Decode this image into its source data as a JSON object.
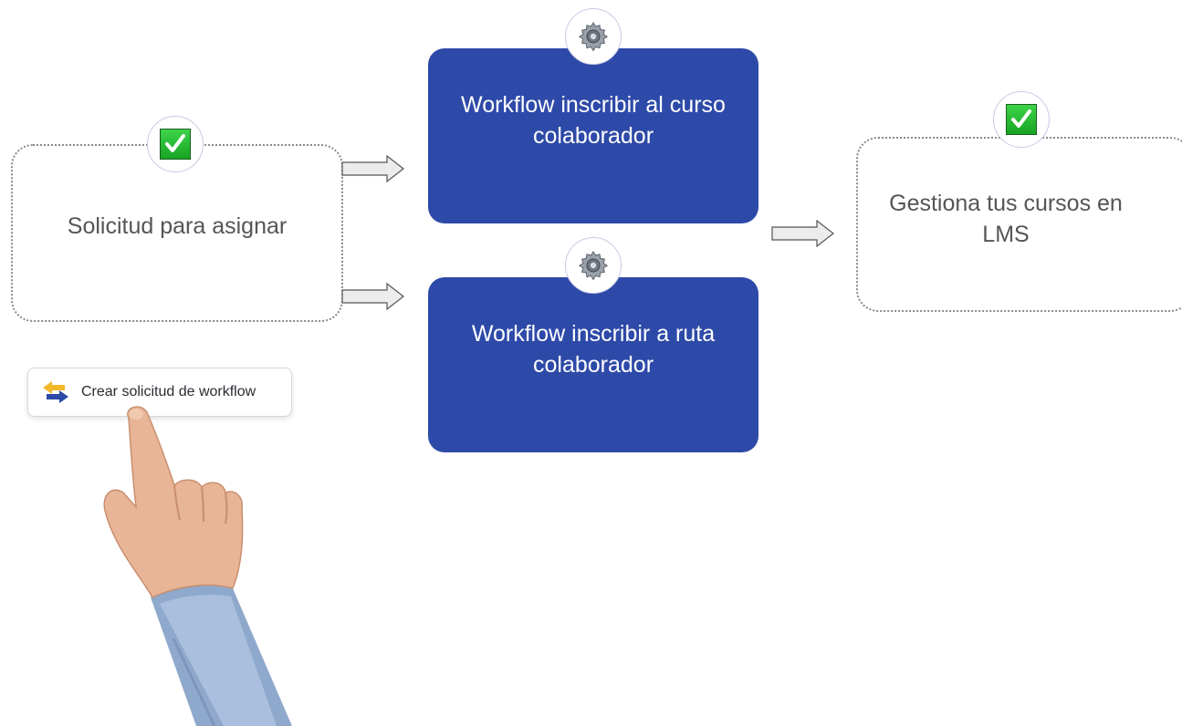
{
  "nodes": {
    "solicitud": {
      "label": "Solicitud para asignar",
      "status_icon": "checkmark-icon"
    },
    "curso": {
      "label": "Workflow inscribir al curso colaborador",
      "icon": "gear-icon"
    },
    "ruta": {
      "label": "Workflow inscribir a ruta colaborador",
      "icon": "gear-icon"
    },
    "gestiona": {
      "label": "Gestiona tus cursos en LMS",
      "status_icon": "checkmark-icon"
    }
  },
  "button": {
    "label": "Crear solicitud de workflow",
    "icon": "swap-arrows-icon"
  },
  "colors": {
    "workflow_box": "#2e4aa8",
    "check": "#22b530",
    "dotted_border": "#8a8a8a"
  }
}
